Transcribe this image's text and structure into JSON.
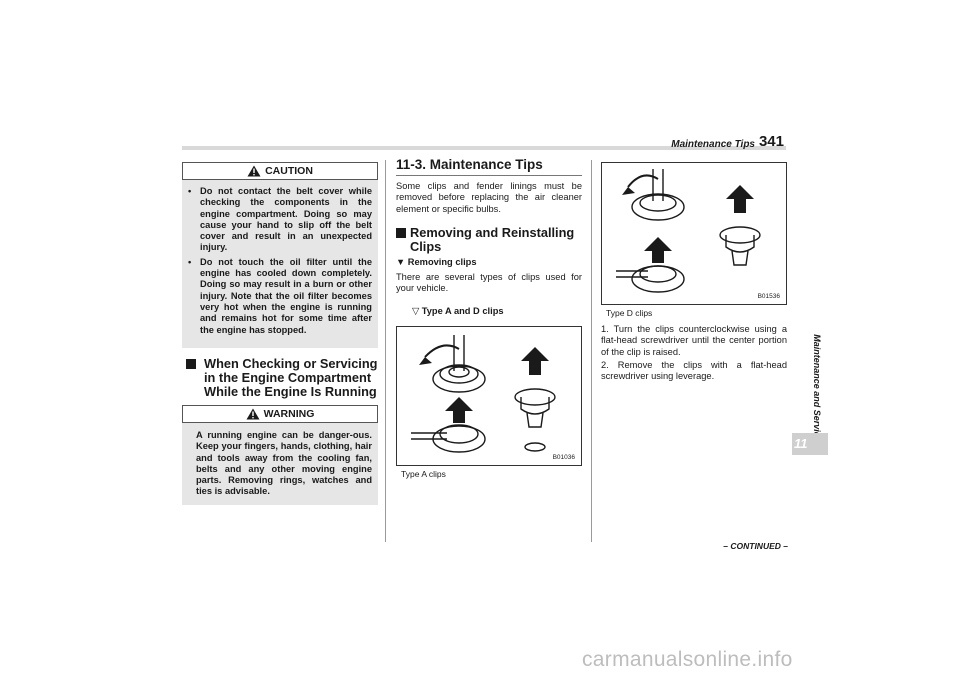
{
  "header": {
    "section_title": "Maintenance Tips",
    "page_number": "341"
  },
  "side_tab": {
    "label": "Maintenance and Service",
    "chapter": "11"
  },
  "caution": {
    "label": "CAUTION",
    "items": [
      "Do not contact the belt cover while checking the components in the engine compartment. Doing so may cause your hand to slip off the belt cover and result in an unexpected injury.",
      "Do not touch the oil filter until the engine has cooled down completely. Doing so may result in a burn or other injury. Note that the oil filter becomes very hot when the engine is running and remains hot for some time after the engine has stopped."
    ]
  },
  "section_checking": {
    "heading": "When Checking or Servicing in the Engine Compartment While the Engine Is Running"
  },
  "warning": {
    "label": "WARNING",
    "text": "A running engine can be danger-ous. Keep your fingers, hands, clothing, hair and tools away from the cooling fan, belts and any other moving engine parts. Removing rings, watches and ties is advisable."
  },
  "main": {
    "title": "11-3. Maintenance Tips",
    "intro": "Some clips and fender linings must be removed before replacing the air cleaner element or specific bulbs.",
    "heading": "Removing and Reinstalling Clips",
    "subheading": "Removing clips",
    "subtext": "There are several types of clips used for your vehicle.",
    "clip_heading": "Type A and D clips",
    "figure_a": {
      "code": "B01036",
      "caption": "Type A clips"
    }
  },
  "right": {
    "figure_d": {
      "code": "B01536",
      "caption": "Type D clips"
    },
    "steps": [
      "1.  Turn the clips counterclockwise using a flat-head screwdriver until the center portion of the clip is raised.",
      "2.  Remove the clips with a flat-head screwdriver using leverage."
    ],
    "continued": "– CONTINUED –"
  },
  "footer": {
    "watermark": "carmanualsonline.info"
  },
  "colors": {
    "panel": "#e6e6e6",
    "tab": "#cfcfcf",
    "text": "#1a1a1a",
    "watermark": "#bdbdbd"
  }
}
